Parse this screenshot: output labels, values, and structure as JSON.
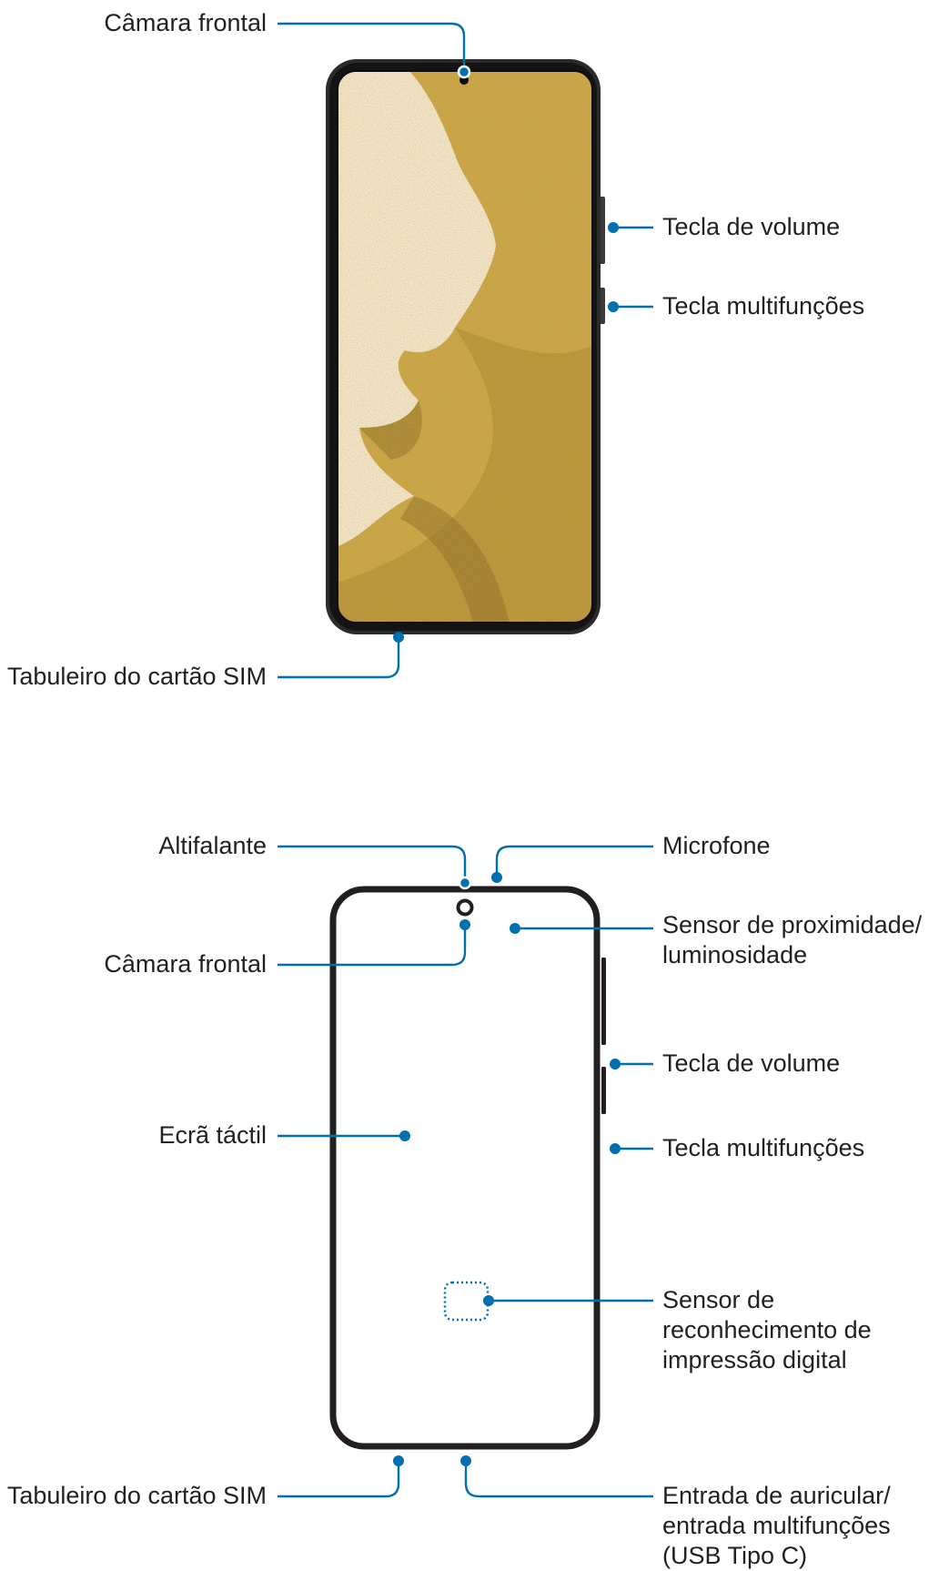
{
  "colors": {
    "callout": "#0070b0",
    "frame": "#231f20",
    "wallpaper_bg": "#f4e6cd",
    "wallpaper_gold": "#c9a444"
  },
  "figure_front": {
    "labels": {
      "front_camera": "Câmara frontal",
      "volume_key": "Tecla de volume",
      "side_key": "Tecla multifunções",
      "sim_tray": "Tabuleiro do cartão SIM"
    }
  },
  "figure_schematic": {
    "labels": {
      "speaker": "Altifalante",
      "microphone": "Microfone",
      "proximity_sensor_line1": "Sensor de proximidade/",
      "proximity_sensor_line2": "luminosidade",
      "front_camera": "Câmara frontal",
      "volume_key": "Tecla de volume",
      "touchscreen": "Ecrã táctil",
      "side_key": "Tecla multifunções",
      "fingerprint_line1": "Sensor de",
      "fingerprint_line2": "reconhecimento de",
      "fingerprint_line3": "impressão digital",
      "sim_tray": "Tabuleiro do cartão SIM",
      "usb_line1": "Entrada de auricular/",
      "usb_line2": "entrada multifunções",
      "usb_line3": "(USB Tipo C)"
    }
  }
}
